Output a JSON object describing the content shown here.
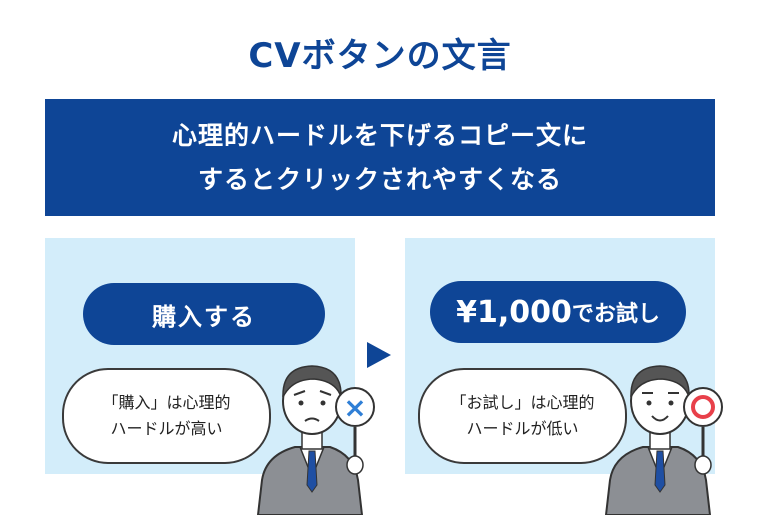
{
  "title": "CVボタンの文言",
  "banner": {
    "line1": "心理的ハードルを下げるコピー文に",
    "line2": "するとクリックされやすくなる"
  },
  "left": {
    "button_label": "購入する",
    "bubble_line1": "「購入」は心理的",
    "bubble_line2": "ハードルが高い",
    "sign": "×"
  },
  "right": {
    "button_main": "¥1,000",
    "button_small": "でお試し",
    "bubble_line1": "「お試し」は心理的",
    "bubble_line2": "ハードルが低い",
    "sign": "○"
  },
  "colors": {
    "navy": "#0e4596",
    "panel": "#d3edfa",
    "white": "#ffffff"
  }
}
